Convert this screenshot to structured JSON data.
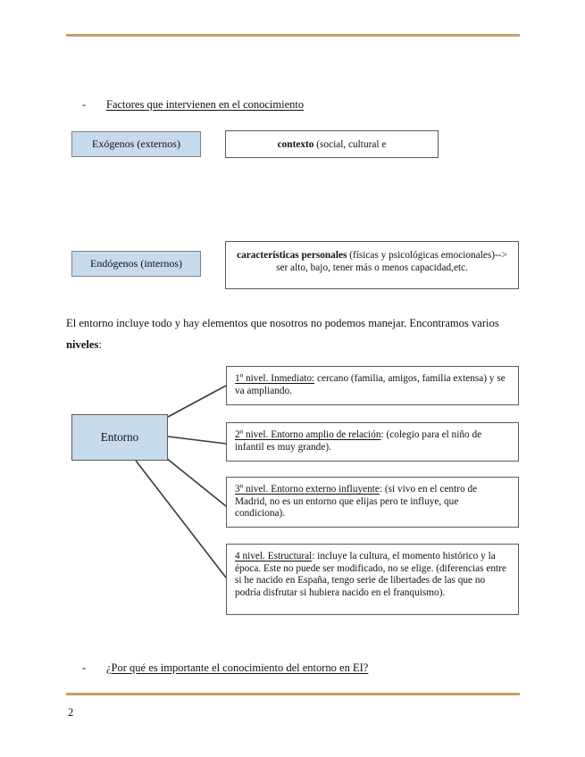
{
  "page": {
    "number": "2",
    "accent_rule_color": "#C9A063",
    "node_fill_color": "#C7DBEC",
    "box_border_color": "#5A5A5A"
  },
  "sections": {
    "heading_factores": {
      "dash": "-",
      "text": "Factores que intervienen en el conocimiento"
    },
    "heading_porque": {
      "dash": "-",
      "text": "¿Por qué es importante el conocimiento del entorno en EI?"
    }
  },
  "factores": {
    "exogenos": {
      "label": "Exógenos (externos)",
      "detail_bold": "contexto",
      "detail_rest": " (social, cultural e"
    },
    "endogenos": {
      "label": "Endógenos (internos)",
      "detail_bold": "características personales",
      "detail_rest": " (físicas y psicológicas emocionales)--> ser alto, bajo, tener más o menos capacidad,etc."
    }
  },
  "paragraph": {
    "part1": "El entorno incluye todo y hay elementos que nosotros no podemos manejar. Encontramos varios ",
    "bold": "niveles",
    "part2": ":"
  },
  "diagram": {
    "root_label": "Entorno",
    "levels": [
      {
        "lead": "1º nivel. Inmediato:",
        "body": " cercano (familia, amigos, familia extensa) y se va ampliando."
      },
      {
        "lead": "2º nivel. Entorno amplio de relación",
        "body": ": (colegio para el niño de infantil es muy grande)."
      },
      {
        "lead": "3º nivel. Entorno externo influyente",
        "body": ": (si vivo en el centro de Madrid, no es un entorno que elijas pero te influye, que condiciona)."
      },
      {
        "lead": "4 nivel. Estructural",
        "body": ": incluye la cultura, el momento histórico y la época. Este no puede ser modificado, no se elige. (diferencias entre si he nacido en España, tengo serie de libertades de las que no podría disfrutar si hubiera nacido en el franquismo)."
      }
    ]
  }
}
